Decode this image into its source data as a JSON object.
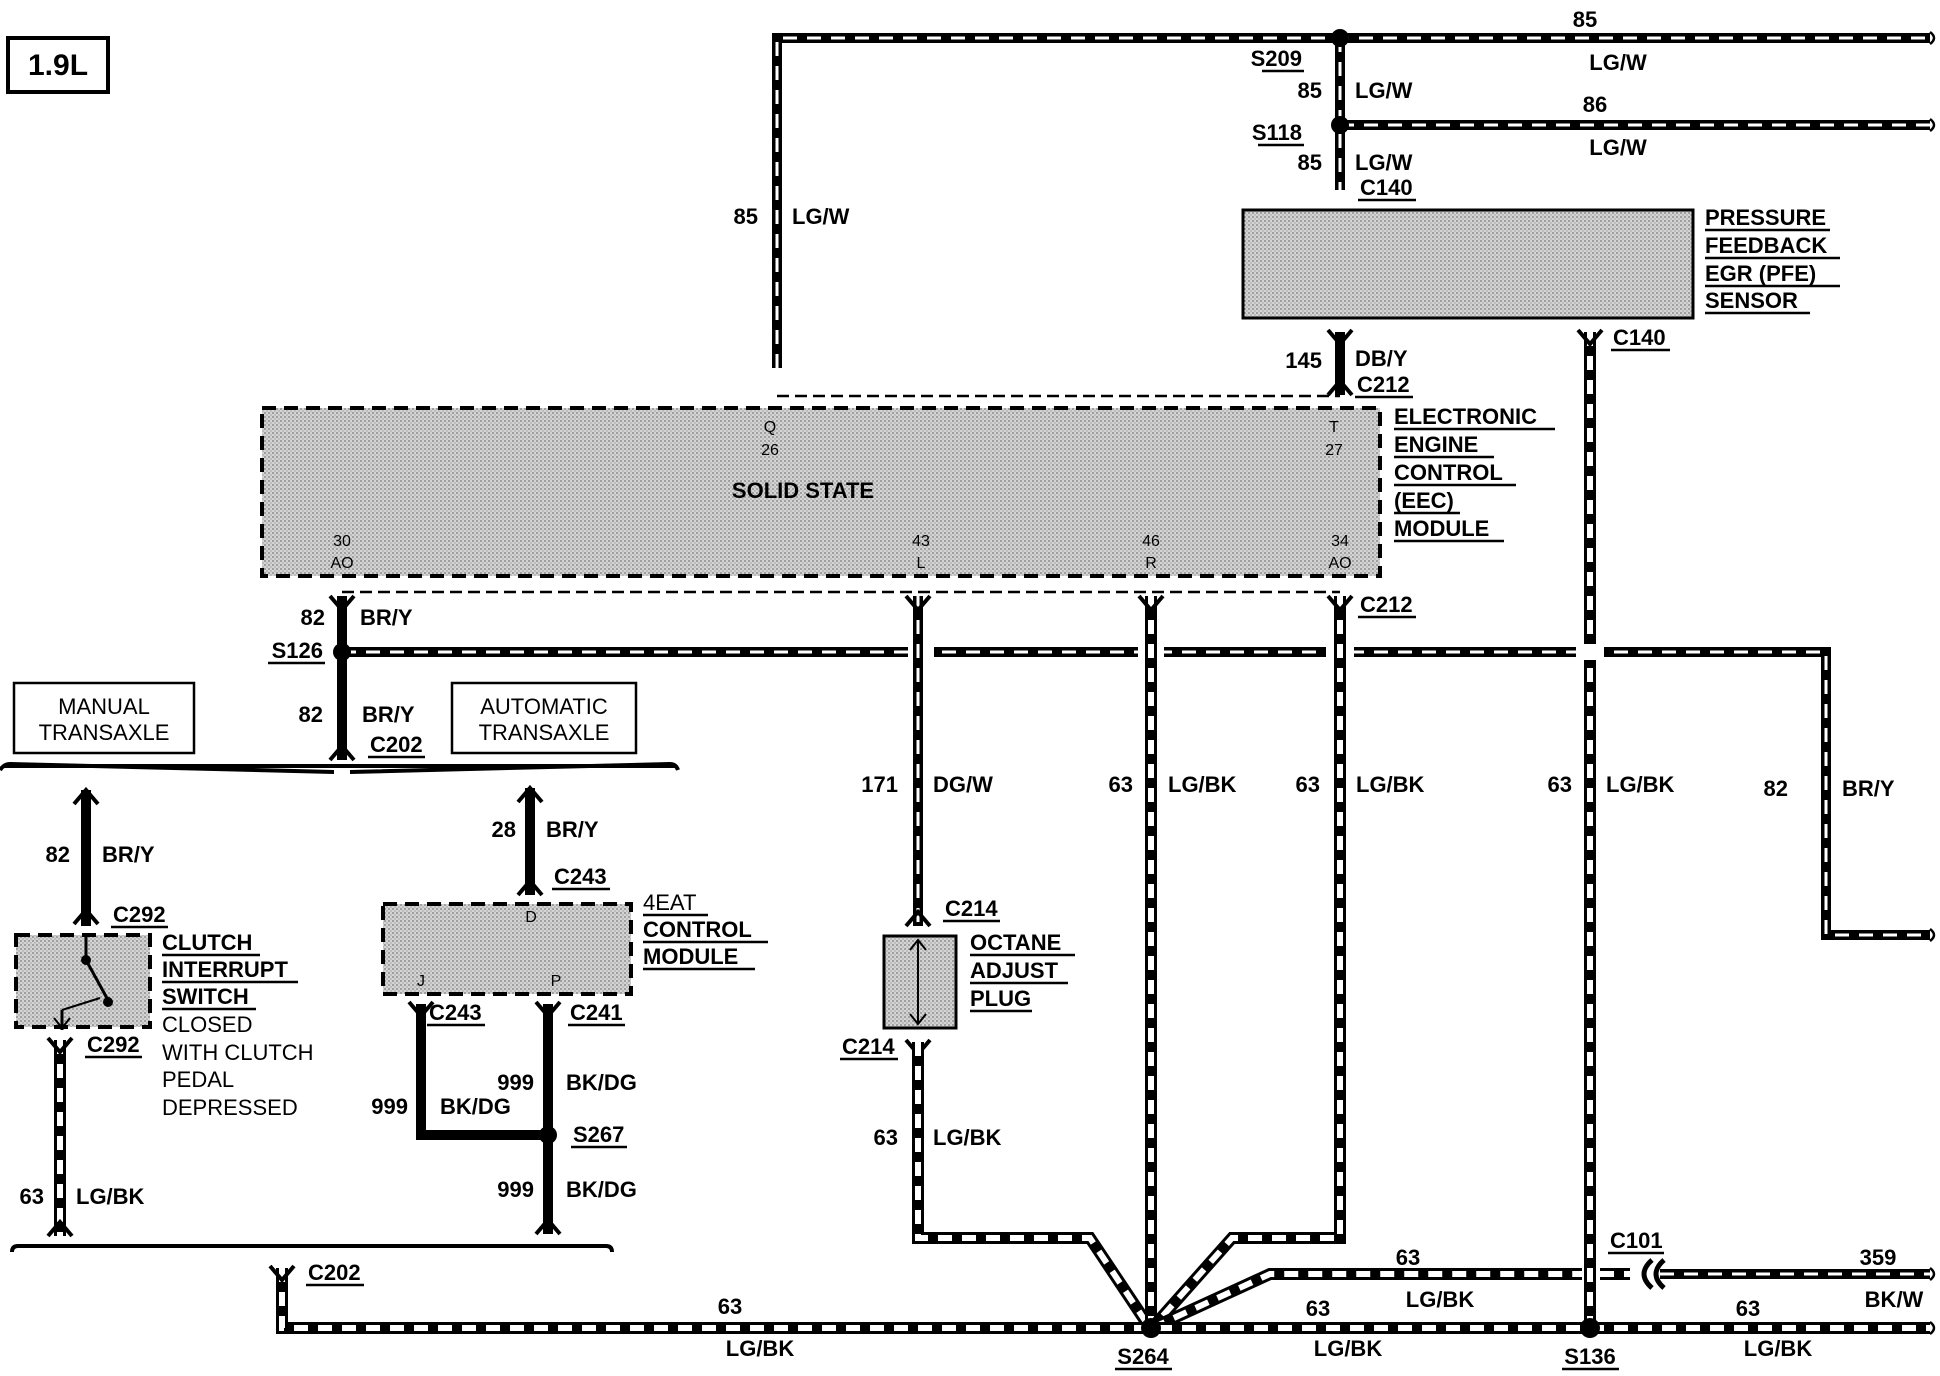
{
  "engine_badge": "1.9L",
  "modules": {
    "pfe_sensor": {
      "label": [
        "PRESSURE",
        "FEEDBACK",
        "EGR (PFE)",
        "SENSOR"
      ]
    },
    "eec_module": {
      "label": [
        "ELECTRONIC",
        "ENGINE",
        "CONTROL",
        "(EEC)",
        "MODULE"
      ],
      "center_text": "SOLID STATE",
      "pins": {
        "q_letter": "Q",
        "q_num": "26",
        "t_letter": "T",
        "t_num": "27",
        "ao30_num": "30",
        "ao30_letter": "AO",
        "l43_num": "43",
        "l43_letter": "L",
        "r46_num": "46",
        "r46_letter": "R",
        "ao34_num": "34",
        "ao34_letter": "AO"
      }
    },
    "manual_transaxle": [
      "MANUAL",
      "TRANSAXLE"
    ],
    "automatic_transaxle": [
      "AUTOMATIC",
      "TRANSAXLE"
    ],
    "clutch_switch": {
      "label": [
        "CLUTCH",
        "INTERRUPT",
        "SWITCH"
      ],
      "note": [
        "CLOSED",
        "WITH CLUTCH",
        "PEDAL",
        "DEPRESSED"
      ]
    },
    "eat_module": {
      "label": [
        "4EAT",
        "CONTROL",
        "MODULE"
      ],
      "pin_d": "D",
      "pin_j": "J",
      "pin_p": "P"
    },
    "octane_plug": {
      "label": [
        "OCTANE",
        "ADJUST",
        "PLUG"
      ]
    }
  },
  "connectors": {
    "s209": "S209",
    "s118": "S118",
    "c140_top": "C140",
    "c140_bottom": "C140",
    "c212_top": "C212",
    "c212_bottom": "C212",
    "s126": "S126",
    "c202_top": "C202",
    "c292_top": "C292",
    "c292_bottom": "C292",
    "c243_top": "C243",
    "c243_bottom": "C243",
    "c241": "C241",
    "s267": "S267",
    "c214_top": "C214",
    "c214_bottom": "C214",
    "c202_bottom": "C202",
    "c101": "C101",
    "s264": "S264",
    "s136": "S136"
  },
  "wires": {
    "top_right_1": {
      "num": "85",
      "color": "LG/W"
    },
    "s209_s118": {
      "num": "85",
      "color": "LG/W"
    },
    "top_right_2": {
      "num": "86",
      "color": "LG/W"
    },
    "s118_c140": {
      "num": "85",
      "color": "LG/W"
    },
    "left_vertical_85": {
      "num": "85",
      "color": "LG/W"
    },
    "pfe_to_eec": {
      "num": "145",
      "color": "DB/Y"
    },
    "eec_to_s126": {
      "num": "82",
      "color": "BR/Y"
    },
    "s126_to_c202": {
      "num": "82",
      "color": "BR/Y"
    },
    "manual_82": {
      "num": "82",
      "color": "BR/Y"
    },
    "auto_28": {
      "num": "28",
      "color": "BR/Y"
    },
    "octane_171": {
      "num": "171",
      "color": "DG/W"
    },
    "r46_63": {
      "num": "63",
      "color": "LG/BK"
    },
    "ao34_63": {
      "num": "63",
      "color": "LG/BK"
    },
    "c140_63": {
      "num": "63",
      "color": "LG/BK"
    },
    "right_82": {
      "num": "82",
      "color": "BR/Y"
    },
    "j_999": {
      "num": "999",
      "color": "BK/DG"
    },
    "p_999": {
      "num": "999",
      "color": "BK/DG"
    },
    "s267_999": {
      "num": "999",
      "color": "BK/DG"
    },
    "clutch_63": {
      "num": "63",
      "color": "LG/BK"
    },
    "octane_63": {
      "num": "63",
      "color": "LG/BK"
    },
    "bottom_left_63": {
      "num": "63",
      "color": "LG/BK"
    },
    "s264_c101_63": {
      "num": "63",
      "color": "LG/BK"
    },
    "s264_s136_63": {
      "num": "63",
      "color": "LG/BK"
    },
    "c101_359": {
      "num": "359",
      "color": "BK/W"
    },
    "s136_right_63": {
      "num": "63",
      "color": "LG/BK"
    }
  }
}
